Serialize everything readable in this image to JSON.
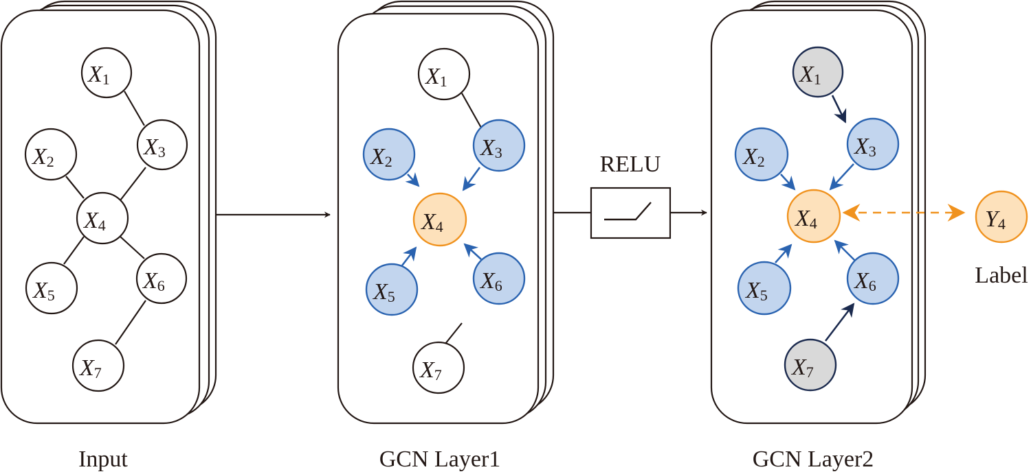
{
  "panels": [
    {
      "id": "input",
      "caption": "Input"
    },
    {
      "id": "gcn1",
      "caption": "GCN Layer1"
    },
    {
      "id": "gcn2",
      "caption": "GCN Layer2"
    }
  ],
  "activation": {
    "label": "RELU"
  },
  "target": {
    "node_label": "Y",
    "node_sub": "4",
    "caption": "Label"
  },
  "nodes": {
    "x1": {
      "label": "X",
      "sub": "1"
    },
    "x2": {
      "label": "X",
      "sub": "2"
    },
    "x3": {
      "label": "X",
      "sub": "3"
    },
    "x4": {
      "label": "X",
      "sub": "4"
    },
    "x5": {
      "label": "X",
      "sub": "5"
    },
    "x6": {
      "label": "X",
      "sub": "6"
    },
    "x7": {
      "label": "X",
      "sub": "7"
    }
  },
  "graph": {
    "edges": [
      [
        "x1",
        "x3"
      ],
      [
        "x3",
        "x4"
      ],
      [
        "x2",
        "x4"
      ],
      [
        "x4",
        "x5"
      ],
      [
        "x4",
        "x6"
      ],
      [
        "x6",
        "x7"
      ]
    ],
    "layer1_states": {
      "x1": "plain",
      "x2": "neighbor",
      "x3": "neighbor",
      "x4": "target",
      "x5": "neighbor",
      "x6": "neighbor",
      "x7": "plain"
    },
    "layer2_states": {
      "x1": "second-hop",
      "x2": "neighbor",
      "x3": "neighbor",
      "x4": "target",
      "x5": "neighbor",
      "x6": "neighbor",
      "x7": "second-hop"
    }
  },
  "colors": {
    "neighbor_fill": "#c2d5ee",
    "neighbor_stroke": "#2a63b0",
    "target_fill": "#fde1bb",
    "target_stroke": "#f0921e",
    "second_hop_fill": "#d9d9d9",
    "second_hop_stroke": "#1b2a4e",
    "line": "#231815"
  }
}
